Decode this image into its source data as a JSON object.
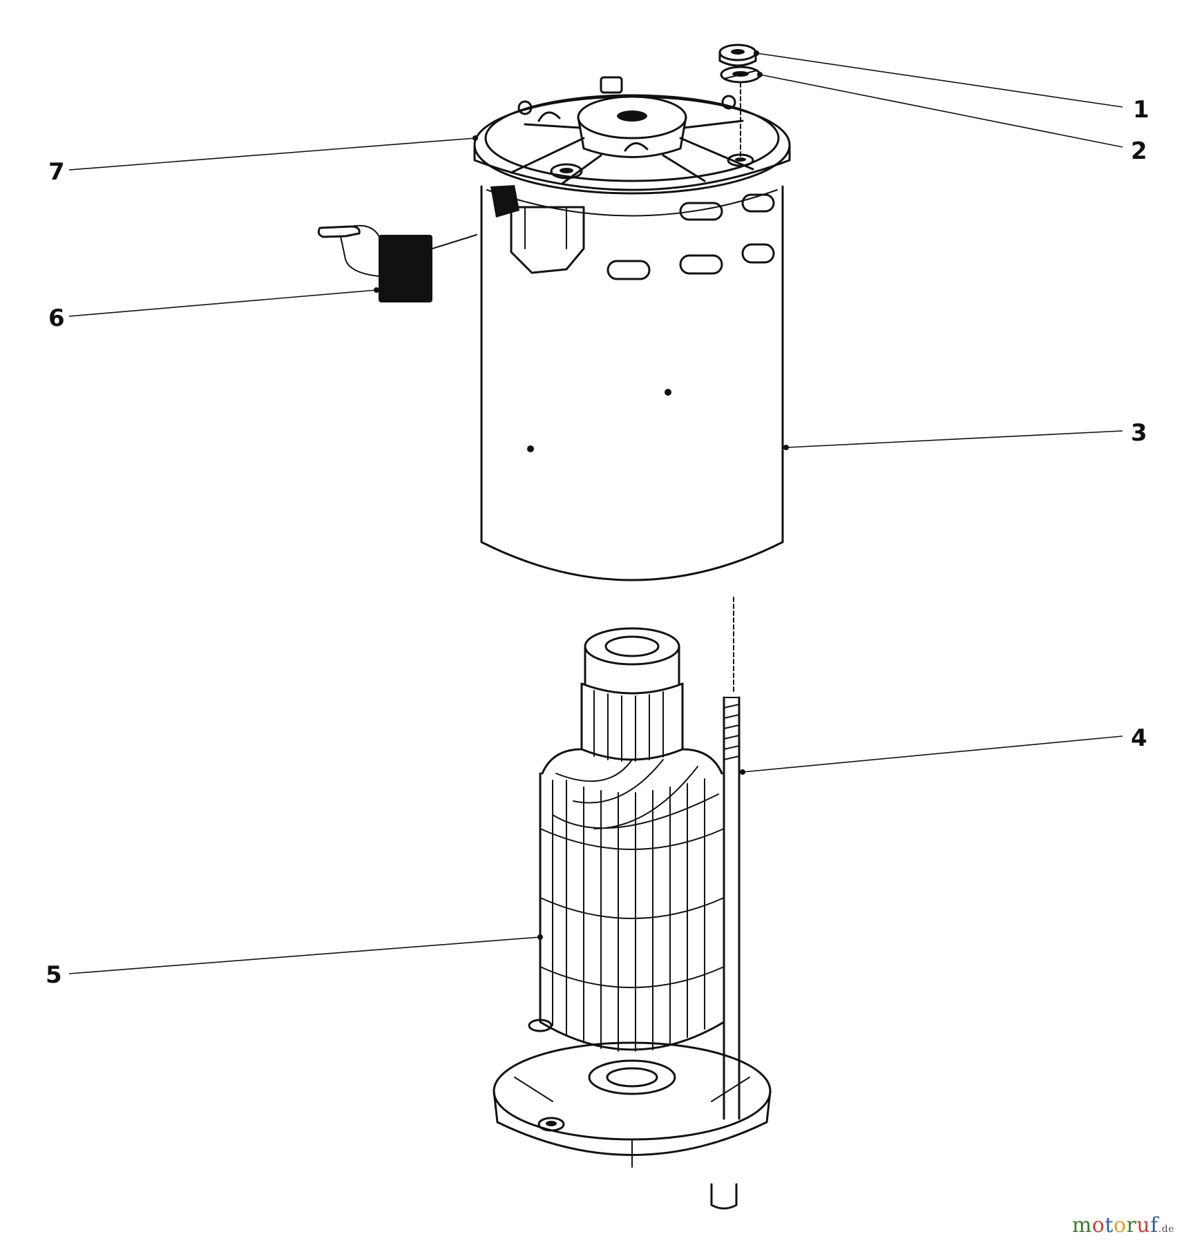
{
  "callouts": [
    {
      "id": "1",
      "label": "1"
    },
    {
      "id": "2",
      "label": "2"
    },
    {
      "id": "3",
      "label": "3"
    },
    {
      "id": "4",
      "label": "4"
    },
    {
      "id": "5",
      "label": "5"
    },
    {
      "id": "6",
      "label": "6"
    },
    {
      "id": "7",
      "label": "7"
    }
  ],
  "watermark": {
    "text": "motoruf",
    "suffix": ".de",
    "letter_colors": [
      "#3a7d2c",
      "#d23a2a",
      "#2c5aa0",
      "#e0a020",
      "#3a7d2c",
      "#d23a2a",
      "#2c5aa0"
    ]
  }
}
